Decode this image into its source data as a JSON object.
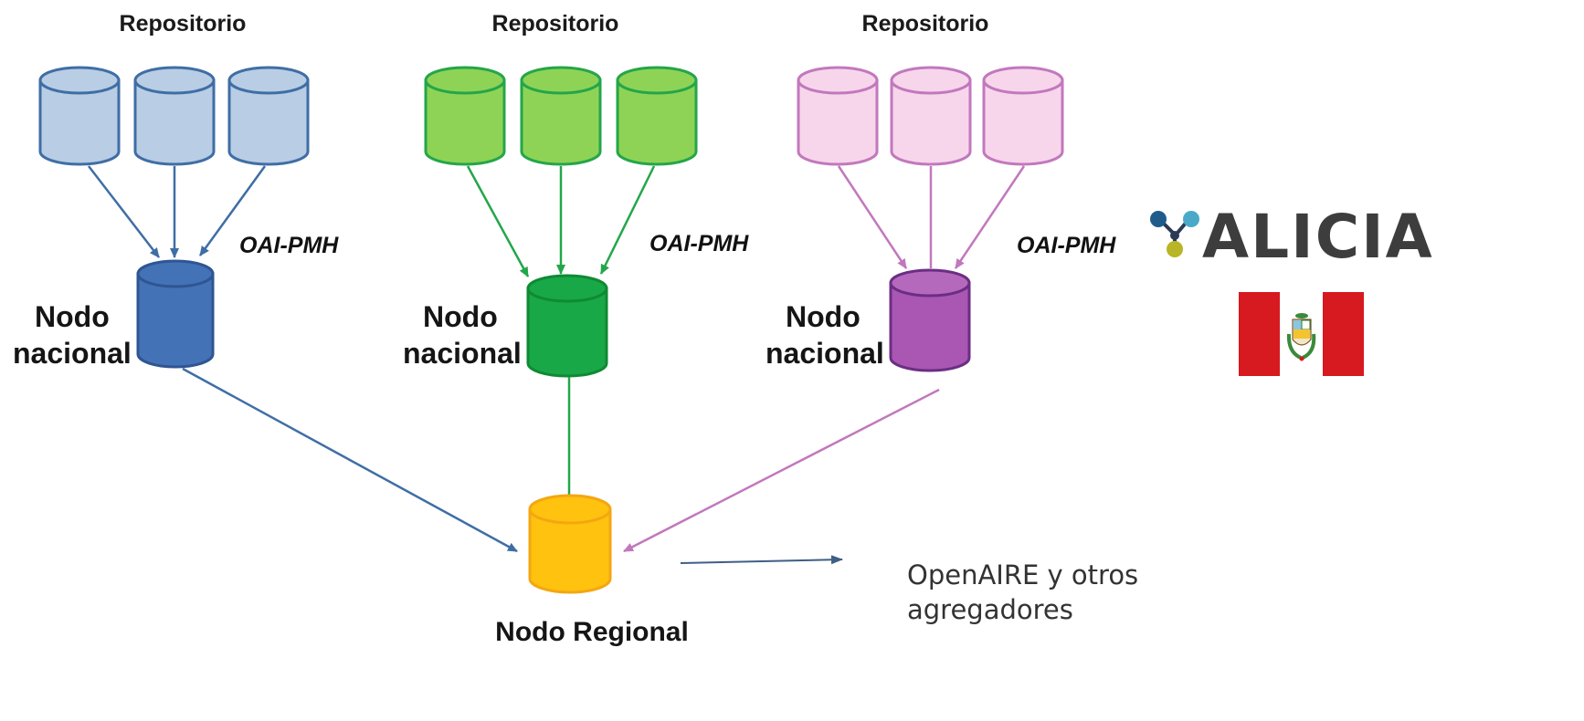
{
  "colors": {
    "blue": {
      "fill": "#b9cde4",
      "stroke": "#3f6ea5",
      "node_fill": "#4472b6",
      "node_stroke": "#2f5592"
    },
    "green": {
      "fill": "#8fd356",
      "stroke": "#23a64a",
      "node_fill": "#19a847",
      "node_stroke": "#0f8a34"
    },
    "pink": {
      "fill": "#f7d6ec",
      "stroke": "#c278bd",
      "node_fill": "#a957b3",
      "node_stroke": "#6b2e84"
    },
    "regional": {
      "fill": "#ffc20e",
      "stroke": "#f3a712"
    },
    "arrow_out": "#3f5e86",
    "alicia_text": "#3d3d3d",
    "peru_red": "#d71920"
  },
  "groups": [
    {
      "color": "blue",
      "repo_label": "Repositorio",
      "protocol": "OAI-PMH",
      "node_label_1": "Nodo",
      "node_label_2": "nacional"
    },
    {
      "color": "green",
      "repo_label": "Repositorio",
      "protocol": "OAI-PMH",
      "node_label_1": "Nodo",
      "node_label_2": "nacional"
    },
    {
      "color": "pink",
      "repo_label": "Repositorio",
      "protocol": "OAI-PMH",
      "node_label_1": "Nodo",
      "node_label_2": "nacional"
    }
  ],
  "regional": {
    "label": "Nodo Regional"
  },
  "output": {
    "line1": "OpenAIRE y otros",
    "line2": "agregadores"
  },
  "logo": {
    "text": "ALICIA",
    "icon": "molecule-icon"
  },
  "flag": {
    "icon": "peru-flag-icon"
  }
}
